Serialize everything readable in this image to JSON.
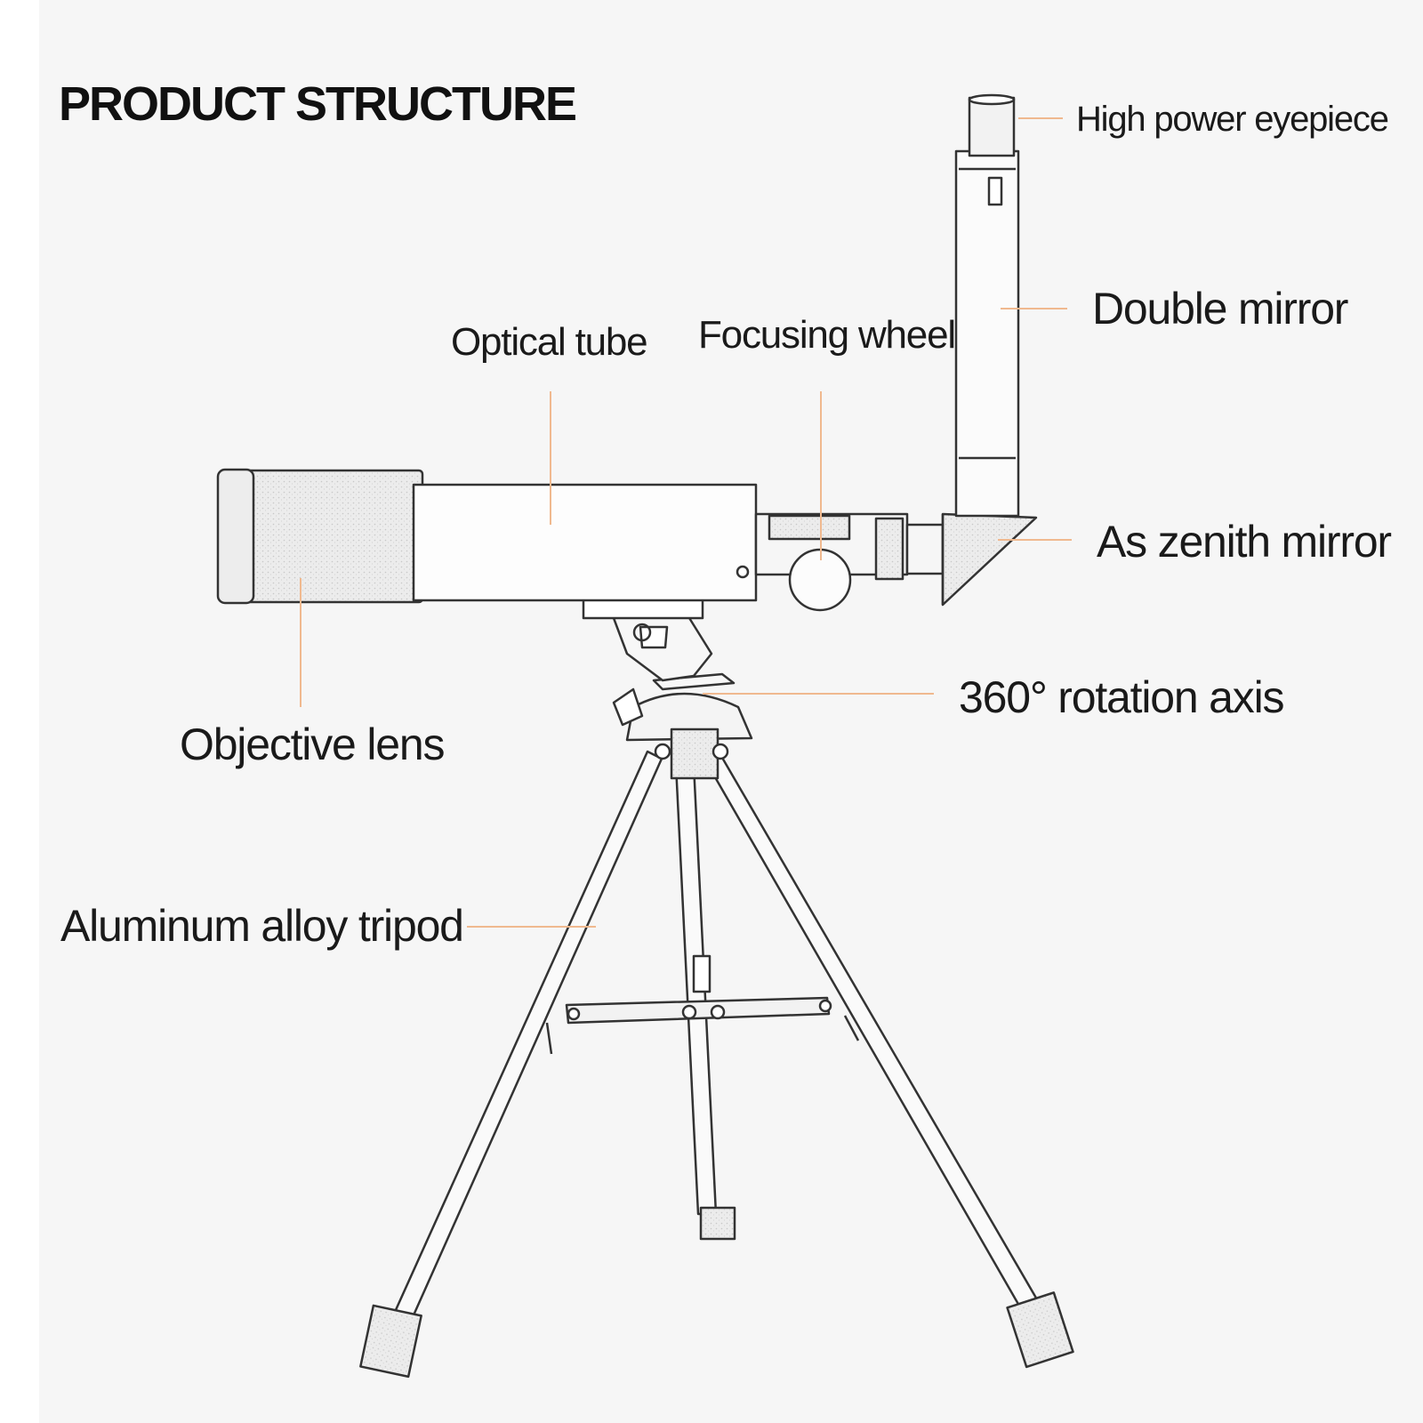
{
  "title": "PRODUCT STRUCTURE",
  "labels": {
    "high_power_eyepiece": "High power eyepiece",
    "double_mirror": "Double mirror",
    "optical_tube": "Optical tube",
    "focusing_wheel": "Focusing wheel",
    "as_zenith_mirror": "As zenith mirror",
    "rotation_axis": "360° rotation axis",
    "objective_lens": "Objective lens",
    "tripod": "Aluminum alloy tripod"
  },
  "colors": {
    "background": "#f6f6f6",
    "leader_line": "#f0b98f",
    "outline": "#333333",
    "text": "#1a1a1a"
  }
}
